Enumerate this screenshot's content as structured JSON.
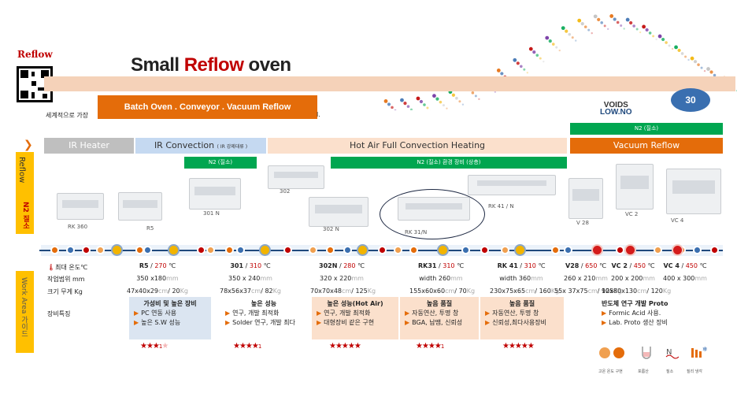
{
  "brand": "Reflow",
  "title": {
    "prefix": "Small ",
    "highlight": "Reflow",
    "suffix": " oven"
  },
  "batch_label": "Batch Oven . Conveyor . Vacuum Reflow",
  "tagline": "세계적으로 가장",
  "tagline_end": "l.",
  "voids": {
    "line1": "VOIDS",
    "line2": "LOW.NO"
  },
  "badge": "30",
  "colors": {
    "accent": "#e46c0a",
    "green": "#00a650",
    "red": "#c00000",
    "yellow": "#ffc000",
    "navy": "#1f497d"
  },
  "categories": [
    {
      "label": "IR Heater"
    },
    {
      "label": "IR Convection",
      "sub": "( IR 강제대류 )"
    },
    {
      "label": "Hot Air Full Convection Heating"
    },
    {
      "label": "Vacuum Reflow"
    }
  ],
  "n2_labels": {
    "ir_conv": "N2 (질소)",
    "hot_air": "N2 (질소) 환경 장비 (상층)",
    "vacuum": "N2 (질소)"
  },
  "sidebar": {
    "top": "Reflow",
    "n2": "N2 질소",
    "bottom": "Work Area 가이드"
  },
  "ovens": [
    {
      "label": "RK 360"
    },
    {
      "label": "R5"
    },
    {
      "label": "301 N"
    },
    {
      "label": "302"
    },
    {
      "label": "302 N"
    },
    {
      "label": "RK 31/N"
    },
    {
      "label": "RK 41 / N"
    },
    {
      "label": "V 28"
    },
    {
      "label": "VC 2"
    },
    {
      "label": "VC 4"
    }
  ],
  "rows": {
    "max_temp": "최대 온도℃",
    "work_area": "작업범위 mm",
    "size_weight": "크기 무게 Kg",
    "features": "장비특징"
  },
  "models": [
    {
      "name": "R5",
      "temp": "270",
      "unit": "℃",
      "area": "350 x180",
      "size": "47x40x29",
      "weight": "20"
    },
    {
      "name": "301",
      "temp": "310",
      "unit": "℃",
      "area": "350 x 240",
      "size": "78x56x37",
      "weight": "82"
    },
    {
      "name": "302N",
      "temp": "280",
      "unit": "℃",
      "area": "320 x 220",
      "size": "70x70x48",
      "weight": "125"
    },
    {
      "name": "RK31",
      "temp": "310",
      "unit": "℃",
      "area": "width 260",
      "size": "155x60x60",
      "weight": "70"
    },
    {
      "name": "RK 41",
      "temp": "310",
      "unit": "℃",
      "area": "width 360",
      "size": "230x75x65",
      "weight": "160"
    },
    {
      "name": "V28",
      "temp": "650",
      "unit": "℃",
      "area": "260 x 210",
      "size": "55x 37x75",
      "weight": "125"
    },
    {
      "name": "VC 2",
      "temp": "450",
      "unit": "℃",
      "area": "200 x 200",
      "size": "90x80x130",
      "weight": "120"
    },
    {
      "name": "VC 4",
      "temp": "450",
      "unit": "℃",
      "area": "400 x 300",
      "size": "",
      "weight": ""
    }
  ],
  "features": [
    {
      "title": "가성비 및 높은 장비",
      "items": [
        "PC 연동 사용",
        "높은 S.W 성능"
      ],
      "stars": "★★★",
      "extra": "1"
    },
    {
      "title": "높은 성능",
      "items": [
        "연구, 개발 최적화",
        "Solder 연구, 개발 최다"
      ],
      "stars": "★★★★",
      "extra": "1"
    },
    {
      "title": "높은 성능(Hot Air)",
      "items": [
        "연구, 개발 최적화",
        "대형장비 같은 구현"
      ],
      "stars": "★★★★★",
      "extra": ""
    },
    {
      "title": "높음 품질",
      "items": [
        "자동연산, 투명 창",
        "BGA, 납땜, 신뢰성"
      ],
      "stars": "★★★★",
      "extra": "1"
    },
    {
      "title": "높음 품질",
      "items": [
        "자동연산, 투명 창",
        "신뢰성,최다사용장비"
      ],
      "stars": "★★★★★",
      "extra": ""
    },
    {
      "title": "반도체 연구 개발 Proto",
      "items": [
        "Formic Acid 사용.",
        "Lab. Proto 생산 장비"
      ],
      "stars": "",
      "extra": ""
    }
  ],
  "icons": [
    {
      "label": "고온 온도 구현"
    },
    {
      "label": "포름산"
    },
    {
      "label": "질소"
    },
    {
      "label": "질리 냉각"
    }
  ]
}
